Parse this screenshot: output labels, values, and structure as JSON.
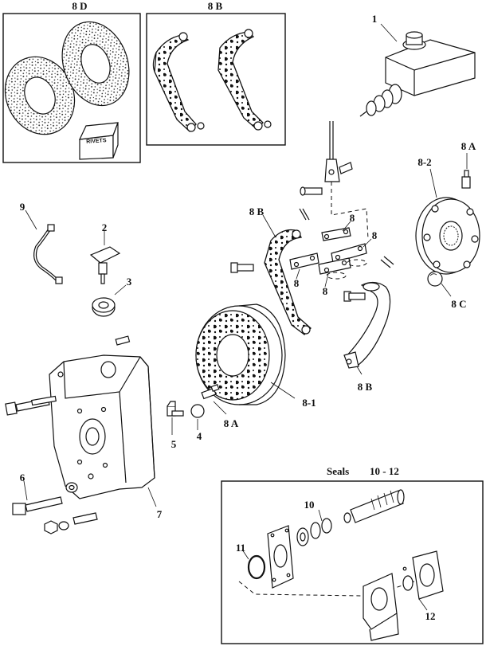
{
  "panels": {
    "lining_kit": {
      "label": "8 D",
      "rivets_text": "RIVETS"
    },
    "shoe_kit": {
      "label": "8 B"
    },
    "seals": {
      "title": "Seals",
      "range": "10 - 12"
    }
  },
  "callouts": {
    "master_cylinder": "1",
    "switch": "2",
    "seal_3": "3",
    "bolt_4": "4",
    "fitting_5": "5",
    "bolt_6": "6",
    "housing_7": "7",
    "links_8a": "8",
    "links_8b": "8",
    "links_8c": "8",
    "links_8d": "8",
    "hose_9": "9",
    "seal_10": "10",
    "oring_11": "11",
    "seal_12": "12",
    "shoe_8b_top": "8 B",
    "shoe_8b_bottom": "8 B",
    "drum_8_1": "8-1",
    "hub_8_2": "8-2",
    "fitting_8a_top": "8 A",
    "fitting_8a_mid": "8 A",
    "ball_8c": "8 C"
  },
  "colors": {
    "ink": "#111111",
    "paper": "#ffffff"
  }
}
